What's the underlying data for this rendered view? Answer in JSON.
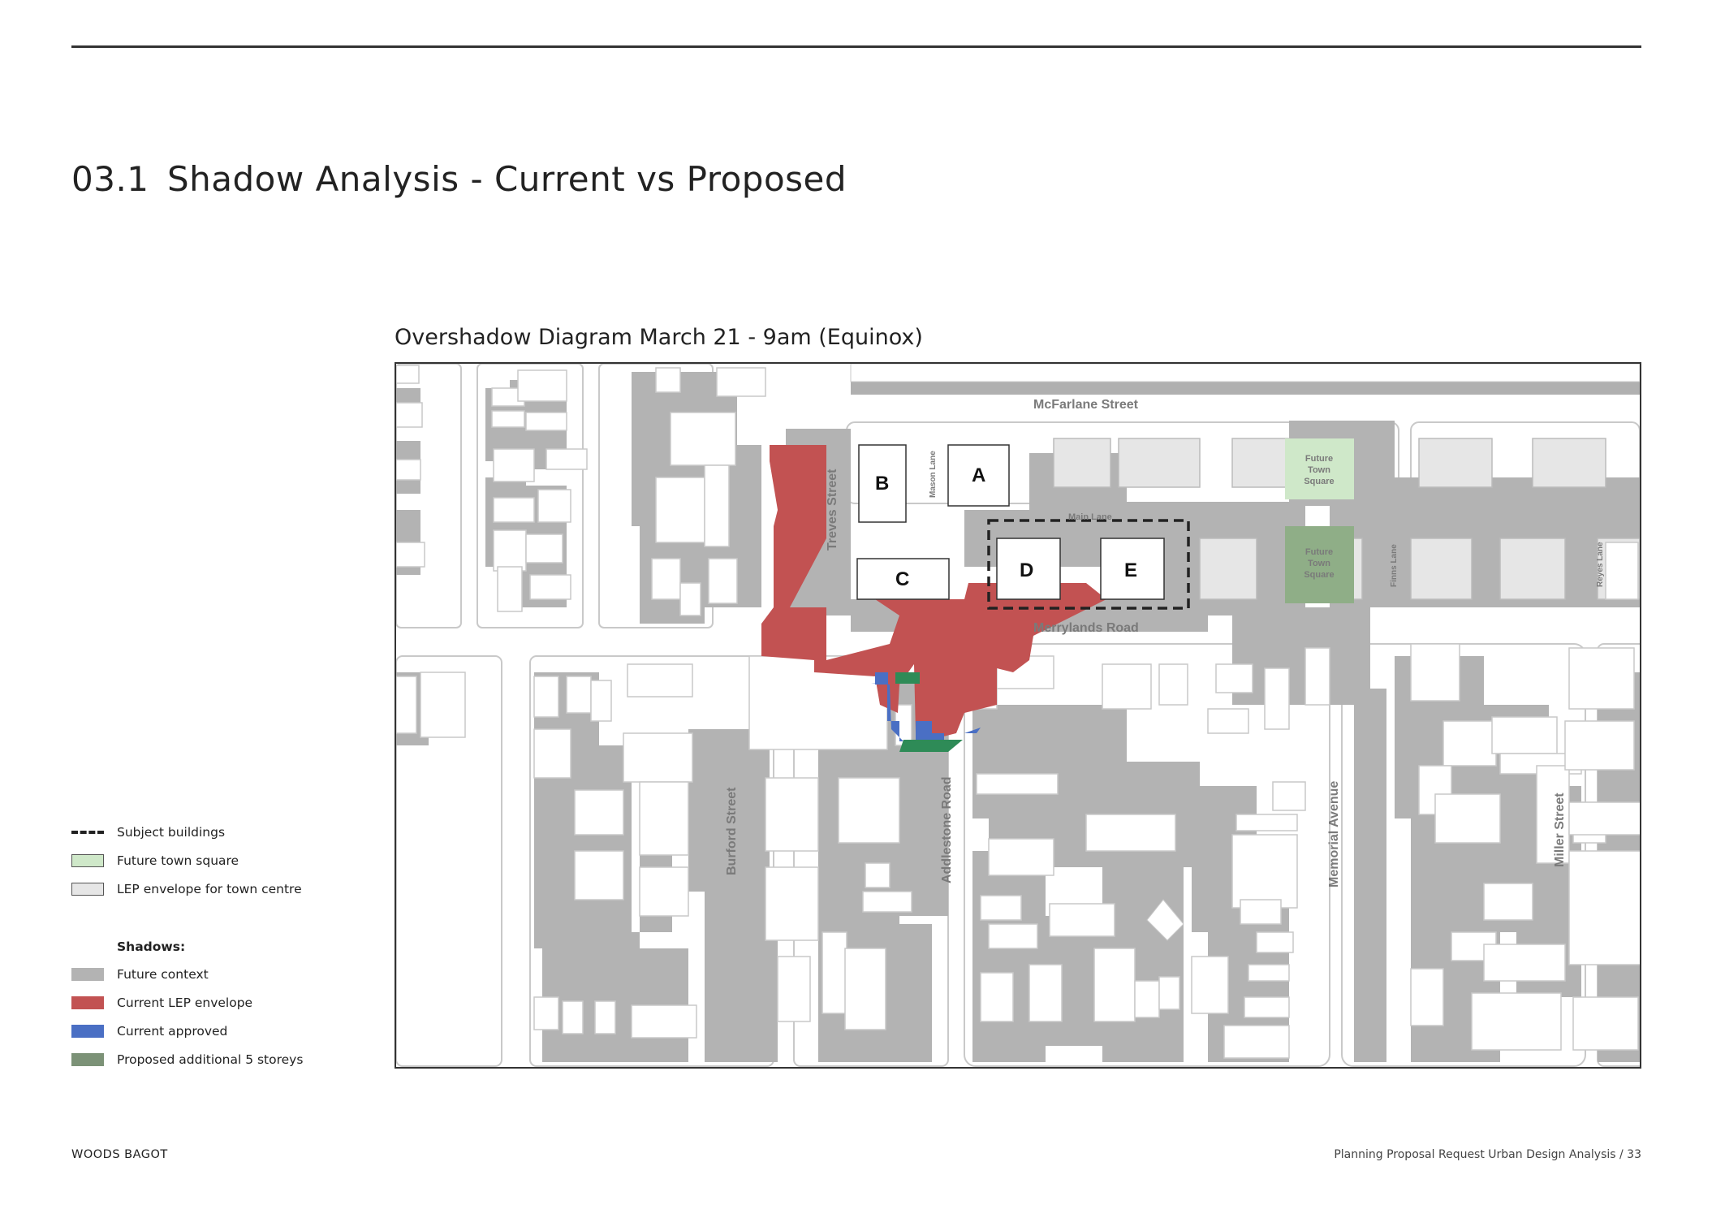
{
  "page": {
    "section_number": "03.1",
    "title": "Shadow Analysis - Current vs Proposed"
  },
  "diagram": {
    "title": "Overshadow Diagram March 21 - 9am (Equinox)",
    "streets": {
      "mcfarlane": "McFarlane Street",
      "merrylands": "Merrylands Road",
      "treves": "Treves Street",
      "mason_lane": "Mason Lane",
      "main_lane": "Main Lane",
      "finns_lane": "Finns Lane",
      "reyes_lane": "Reyes Lane",
      "burford": "Burford Street",
      "addlestone": "Addlestone Road",
      "memorial": "Memorial Avenue",
      "miller": "Miller Street"
    },
    "buildings": {
      "a": "A",
      "b": "B",
      "c": "C",
      "d": "D",
      "e": "E"
    },
    "town_square_label": [
      "Future",
      "Town",
      "Square"
    ]
  },
  "legend": {
    "items": [
      {
        "label": "Subject buildings",
        "style": "dashed",
        "color": "#222222"
      },
      {
        "label": "Future town square",
        "style": "fill",
        "color": "#cfe8c9"
      },
      {
        "label": "LEP envelope for town centre",
        "style": "fill",
        "color": "#e6e6e6"
      }
    ],
    "shadows_heading": "Shadows:",
    "shadows": [
      {
        "label": "Future context",
        "color": "#b3b3b3"
      },
      {
        "label": "Current LEP envelope",
        "color": "#c25252"
      },
      {
        "label": "Current approved",
        "color": "#4a6fc4"
      },
      {
        "label": "Proposed additional 5 storeys",
        "color": "#7c9277"
      }
    ]
  },
  "footer": {
    "left": "WOODS BAGOT",
    "right": "Planning Proposal Request Urban Design Analysis  /  33"
  }
}
